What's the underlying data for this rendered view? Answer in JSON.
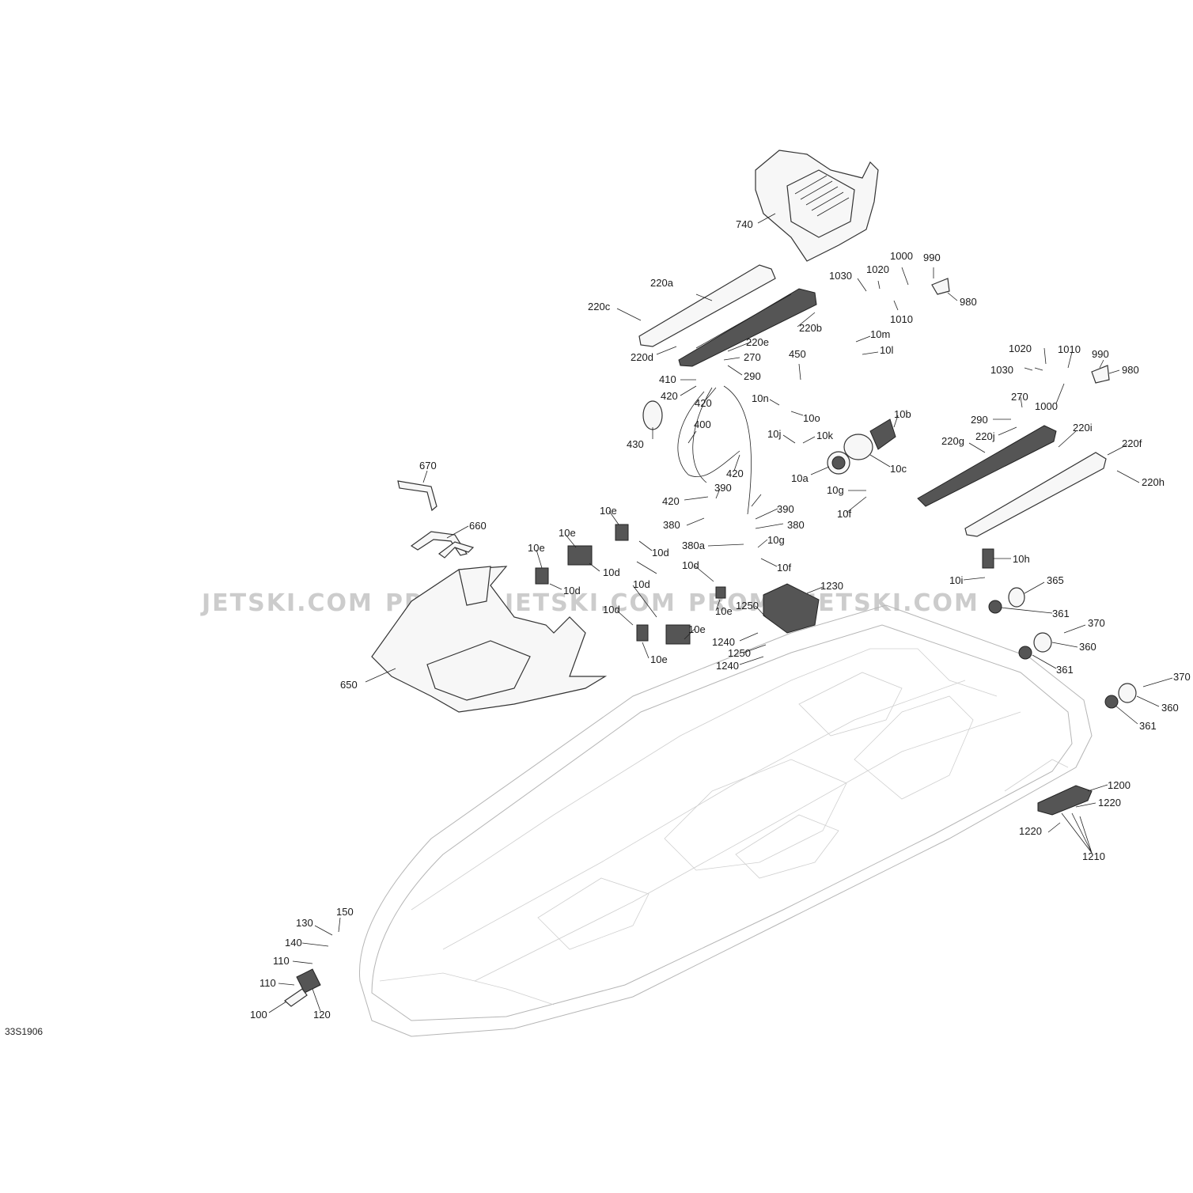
{
  "drawing_id": "33S1906",
  "watermarks": [
    "JETSKI.COM",
    "PROMO-JETSKI.COM",
    "PROMO-JETSKI.COM"
  ],
  "callouts": [
    "740",
    "220a",
    "220c",
    "220d",
    "220b",
    "220e",
    "270",
    "290",
    "1030",
    "1020",
    "1000",
    "990",
    "980",
    "1010",
    "10m",
    "10l",
    "450",
    "10n",
    "10o",
    "410",
    "420",
    "420",
    "400",
    "430",
    "10j",
    "10k",
    "10b",
    "10a",
    "10c",
    "10g",
    "10f",
    "420",
    "390",
    "420",
    "390",
    "380",
    "380",
    "380a",
    "10g",
    "10f",
    "1020",
    "1010",
    "990",
    "980",
    "1030",
    "1000",
    "270",
    "290",
    "220j",
    "220g",
    "220i",
    "220f",
    "220h",
    "670",
    "660",
    "650",
    "10e",
    "10e",
    "10e",
    "10d",
    "10d",
    "10d",
    "10d",
    "10d",
    "10d",
    "10e",
    "10e",
    "10e",
    "1230",
    "1250",
    "1240",
    "1250",
    "1240",
    "10h",
    "10i",
    "365",
    "361",
    "370",
    "360",
    "361",
    "370",
    "360",
    "361",
    "1200",
    "1220",
    "1220",
    "1210",
    "150",
    "130",
    "140",
    "110",
    "110",
    "100",
    "120"
  ]
}
